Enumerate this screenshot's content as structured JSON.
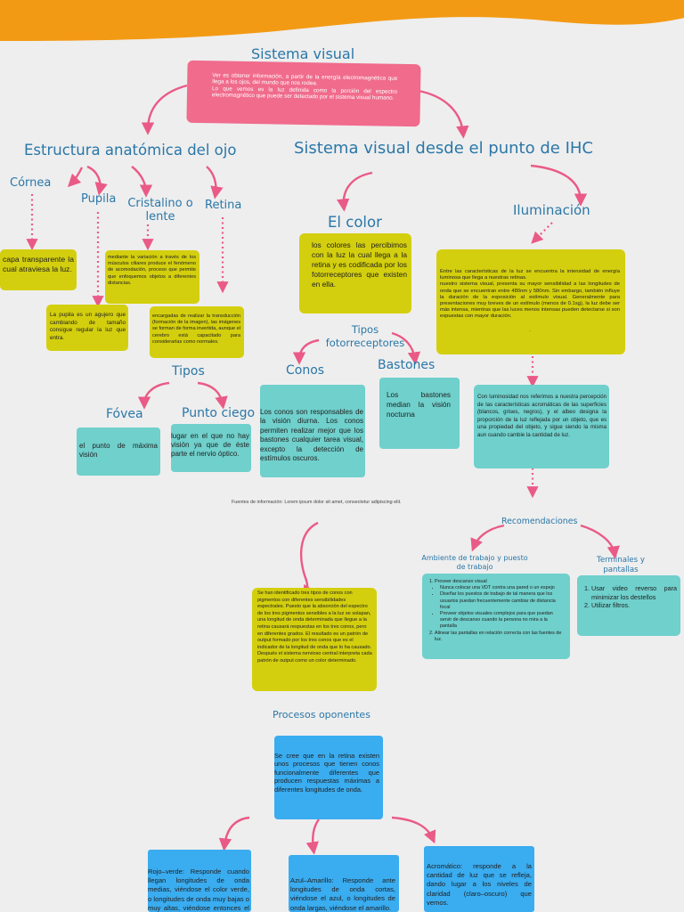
{
  "colors": {
    "accent_orange": "#f39a14",
    "title_blue": "#2a77a8",
    "arrow_pink": "#ea5a86",
    "yellow": "#d4cf0e",
    "teal": "#6fd0cc",
    "blue": "#3aacf0",
    "pink": "#f06b8c"
  },
  "title": "Sistema visual",
  "intro": {
    "p1": "Ver es obtener información, a partir de la energía electromagnética que llega a los ojos, del mundo que nos rodea.",
    "p2": "Lo que vemos es la luz definida como la porción del espectro electromagnético que puede ser detectado por el sistema visual humano."
  },
  "anatomy": {
    "heading": "Estructura anatómica del ojo",
    "cornea": {
      "label": "Córnea",
      "text": "capa transparente la cual atraviesa la luz."
    },
    "pupila": {
      "label": "Pupila",
      "text": "La pupila es un agujero que cambiando de tamaño consigue regular la luz que entra."
    },
    "cristalino": {
      "label": "Cristalino o lente",
      "text": "mediante la variación a través de los músculos ciliares produce el fenómeno de acomodación, proceso que permite que enfoquemos objetos a diferentes distancias."
    },
    "retina": {
      "label": "Retina",
      "text": "encargadas de realizar la transducción (formación de la imagen), las imágenes se forman de forma invertida, aunque el cerebro está capacitado para considerarlas como normales."
    },
    "tipos": "Tipos",
    "fovea": {
      "label": "Fóvea",
      "text": "el punto de máxima visión"
    },
    "punto_ciego": {
      "label": "Punto ciego",
      "text": "lugar en el que no hay visión ya que de éste parte el nervio óptico."
    }
  },
  "ihc": {
    "heading": "Sistema visual desde el punto de IHC",
    "color": {
      "label": "El color",
      "text": "los colores las percibimos con la luz la cual llega a la retina y es codificada por los fotorreceptores que existen en ella.",
      "tipos": "Tipos fotorreceptores",
      "conos": {
        "label": "Conos",
        "text": "Los conos son responsables de la visión diurna. Los conos permiten realizar mejor que los bastones cualquier tarea visual, excepto la detección de estímulos oscuros."
      },
      "bastones": {
        "label": "Bastones",
        "text": "Los bastones median la visión nocturna"
      },
      "cones_detail": "Se han identificado tres tipos de conos con pigmentos con diferentes sensibilidades espectrales. Puesto que la absorción del espectro de los tres pigmentos sensibles a la luz se solapan, una longitud de onda determinada que llegue a la retina causará respuestas en los tres conos, pero en diferentes grados. El resultado es un patrón de output formado por los tres conos que es el indicador de la longitud de onda que lo ha causado. Después el sistema nervioso central interpreta cada patrón de output como un color determinado."
    },
    "iluminacion": {
      "label": "Iluminación",
      "text1": "Entre las características de la luz se encuentra la intensidad de energía luminosa que llega a nuestras retinas.",
      "text2": "nuestro sistema visual, presenta su mayor sensibilidad a las longitudes de onda que se encuentran entre 480nm y 580nm. Sin embargo, también influye la duración de la exposición al estímulo visual. Generalmente para presentaciones muy breves de un estímulo (menos de 0.1sg), la luz debe ser más intensa, mientras que las luces menos intensas pueden detectarse si son expuestas con mayor duración.",
      "text3": ".",
      "luminosidad": "Con luminosidad nos referimos a nuestra percepción de las características acromáticas de las superficies (blancos, grises, negros), y el albeo designa la proporción de la luz reflejada por un objeto, que es una propiedad del objeto, y sigue siendo la misma aun cuando cambie la cantidad de luz."
    }
  },
  "footer_source": "Fuentes de información: Lorem ipsum dolor sit amet, consectetur adipiscing elit.",
  "recomendaciones": {
    "heading": "Recomendaciones",
    "ambiente": {
      "label": "Ambiente de trabajo y puesto de trabajo",
      "items": [
        "Proveer descanso visual",
        "Nunca colocar una VDT contra una pared o un espejo",
        "Diseñar los puestos de trabajo de tal manera que los usuarios puedan frecuentemente cambiar de distancia focal",
        "Proveer objetos visuales complejos para que puedan servir de descanso cuando la persona no mira a la pantalla",
        "Alinear las pantallas en relación correcta con las fuentes de luz."
      ]
    },
    "terminales": {
      "label": "Terminales y pantallas",
      "items": [
        "Usar video reverso para minimizar los destellos",
        "Utilizar filtros."
      ]
    }
  },
  "procesos": {
    "heading": "Procesos oponentes",
    "text": "Se cree que en la retina existen unos procesos que tienen conos funcionalmente diferentes que producen respuestas máximas a diferentes longitudes de onda.",
    "rojo_verde": "Rojo–verde: Responde cuando llegan longitudes de onda medias, viéndose el color verde, o longitudes de onda muy bajas o muy altas, viéndose entonces el rojo.",
    "azul_amarillo": "Azul–Amarillo: Responde ante longitudes de onda cortas, viéndose el azul, o longitudes de onda largas, viéndose el amarillo.",
    "acromatico": "Acromático: responde a la cantidad de luz que se refleja, dando lugar a los niveles de claridad (claro–oscuro) que vemos."
  }
}
